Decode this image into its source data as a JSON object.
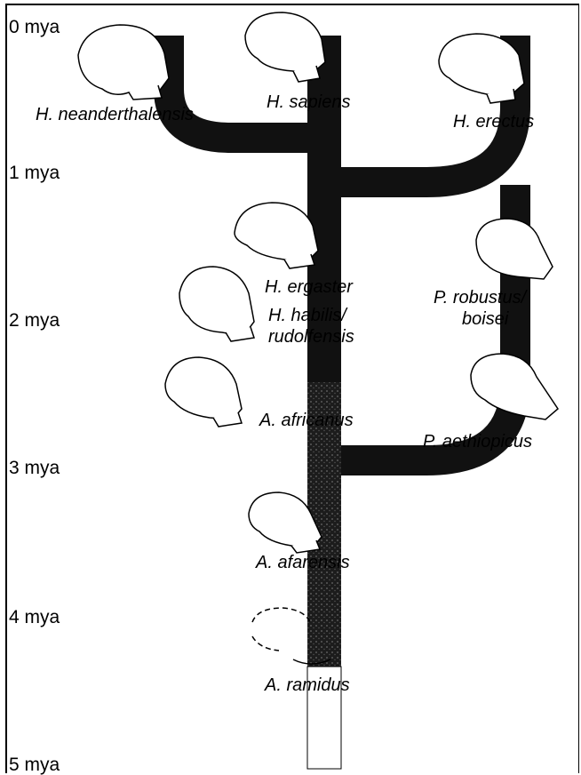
{
  "time_axis": [
    "0 mya",
    "1 mya",
    "2 mya",
    "3 mya",
    "4 mya",
    "5 mya"
  ],
  "species": {
    "neanderthalensis": "H. neanderthalensis",
    "sapiens": "H. sapiens",
    "erectus": "H. erectus",
    "ergaster": "H. ergaster",
    "habilis": [
      "H. habilis/",
      "rudolfensis"
    ],
    "africanus": "A. africanus",
    "robustus": [
      "P. robustus/",
      "boisei"
    ],
    "aethiopicus": "P. aethiopicus",
    "afarensis": "A. afarensis",
    "ramidus": "A. ramidus"
  },
  "colors": {
    "lineage": "#111111",
    "text": "#000000"
  }
}
